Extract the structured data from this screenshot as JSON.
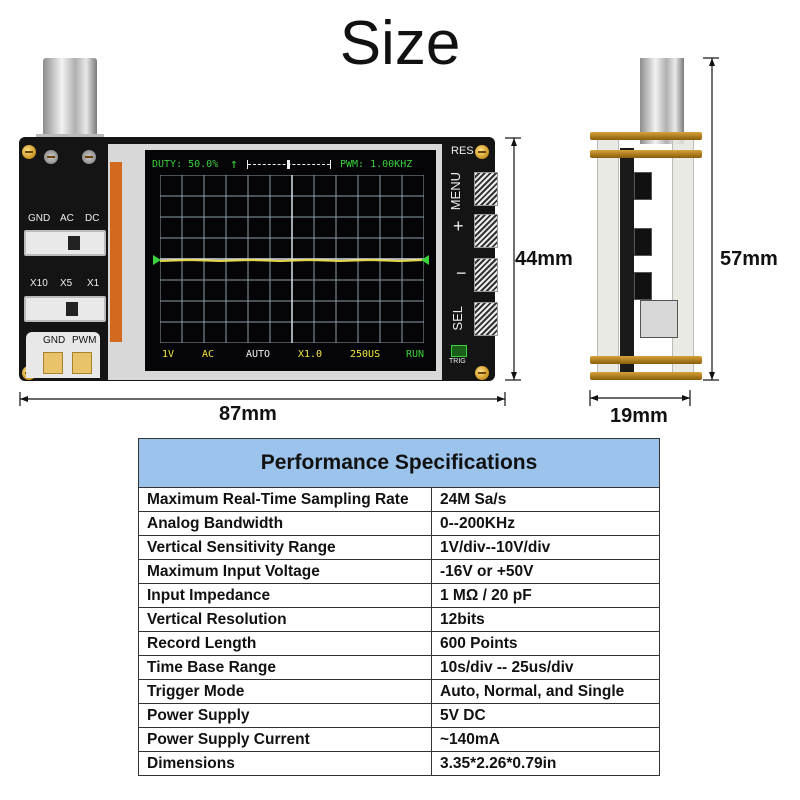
{
  "title": "Size",
  "dimensions": {
    "width": "87mm",
    "height": "44mm",
    "side_height": "57mm",
    "depth": "19mm"
  },
  "device": {
    "board_labels": {
      "gnd": "GND",
      "ac": "AC",
      "dc": "DC",
      "x10": "X10",
      "x5": "X5",
      "x1": "X1",
      "pad_gnd": "GND",
      "pad_pwm": "PWM",
      "res": "RES",
      "trig": "TRIG"
    },
    "buttons": [
      "MENU",
      "+",
      "−",
      "SEL"
    ],
    "screen": {
      "duty": "DUTY: 50.0%",
      "trigger_arrow": "↑",
      "pwm": "PWM: 1.00KHZ",
      "status": [
        "1V",
        "AC",
        "AUTO",
        "X1.0",
        "250US",
        "RUN"
      ]
    },
    "colors": {
      "screen_green": "#3ad13a",
      "screen_yellow": "#f2e640",
      "trace": "#e6d84a",
      "grid": "#8a9aa8"
    }
  },
  "specs": {
    "header": "Performance Specifications",
    "rows": [
      {
        "param": "Maximum Real-Time Sampling Rate",
        "value": "24M Sa/s"
      },
      {
        "param": "Analog Bandwidth",
        "value": "0--200KHz"
      },
      {
        "param": "Vertical Sensitivity Range",
        "value": "1V/div--10V/div"
      },
      {
        "param": "Maximum Input Voltage",
        "value": "-16V  or  +50V"
      },
      {
        "param": "Input Impedance",
        "value": "1 MΩ / 20 pF"
      },
      {
        "param": "Vertical Resolution",
        "value": "12bits"
      },
      {
        "param": "Record Length",
        "value": "600 Points"
      },
      {
        "param": "Time Base Range",
        "value": "10s/div -- 25us/div"
      },
      {
        "param": "Trigger Mode",
        "value": "Auto, Normal, and Single"
      },
      {
        "param": "Power Supply",
        "value": "5V DC"
      },
      {
        "param": "Power Supply Current",
        "value": "~140mA"
      },
      {
        "param": "Dimensions",
        "value": "3.35*2.26*0.79in"
      }
    ],
    "header_color": "#9cc3ec"
  }
}
